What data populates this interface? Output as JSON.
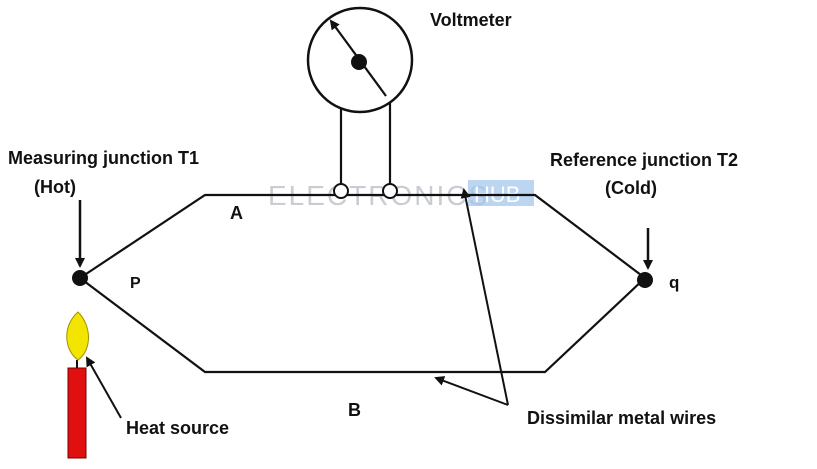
{
  "labels": {
    "voltmeter": "Voltmeter",
    "measuring_junction": "Measuring junction  T1",
    "measuring_hot": "(Hot)",
    "reference_junction": "Reference junction  T2",
    "reference_cold": "(Cold)",
    "wire_a": "A",
    "wire_b": "B",
    "point_p": "P",
    "point_q": "q",
    "heat_source": "Heat source",
    "dissimilar_wires": "Dissimilar metal wires"
  },
  "watermark": {
    "text": "ELECTRONICS",
    "badge": "HUB"
  },
  "colors": {
    "wire": "#111111",
    "candle": "#e01010",
    "flame": "#f2e600",
    "watermark": "#c9ccd2",
    "watermark_badge": "#9fc4ec"
  }
}
